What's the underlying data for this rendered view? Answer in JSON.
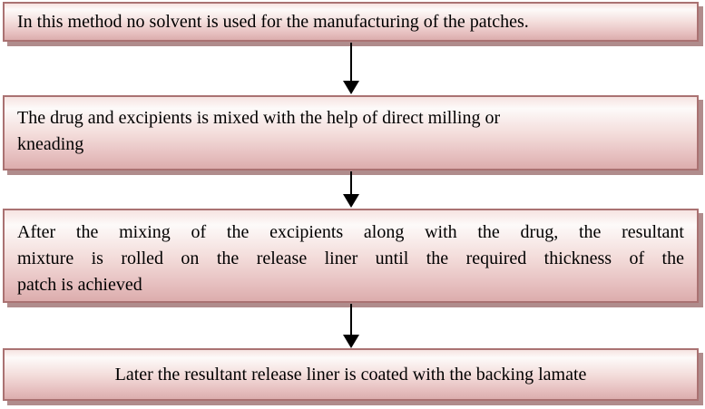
{
  "diagram": {
    "type": "flowchart",
    "direction": "top-down",
    "subject": "solvent-free manufacturing of patches",
    "steps": [
      {
        "id": 1,
        "align": "left",
        "lines": [
          "In this method no solvent is used for the manufacturing of the patches."
        ]
      },
      {
        "id": 2,
        "align": "left",
        "lines": [
          "The drug and excipients is mixed with the help of direct milling or",
          "kneading"
        ]
      },
      {
        "id": 3,
        "align": "justify",
        "lines": [
          "After the mixing of the excipients along with the drug, the resultant",
          "mixture is rolled on the release liner until the required thickness of the",
          "patch is achieved"
        ]
      },
      {
        "id": 4,
        "align": "center",
        "lines": [
          "Later the resultant release liner is coated with the backing lamate"
        ]
      }
    ],
    "connectors": [
      {
        "from": 1,
        "to": 2,
        "shape": "down-arrow"
      },
      {
        "from": 2,
        "to": 3,
        "shape": "down-arrow"
      },
      {
        "from": 3,
        "to": 4,
        "shape": "down-arrow"
      }
    ],
    "colors": {
      "background": "#ffffff",
      "box_border": "#aa7272",
      "box_shadow": "#b08c8c",
      "box_gradient_top": "#f6e3e1",
      "box_gradient_mid": "#fdfaf9",
      "box_gradient_bottom": "#dcadad",
      "text": "#000000",
      "arrow": "#000000"
    }
  }
}
